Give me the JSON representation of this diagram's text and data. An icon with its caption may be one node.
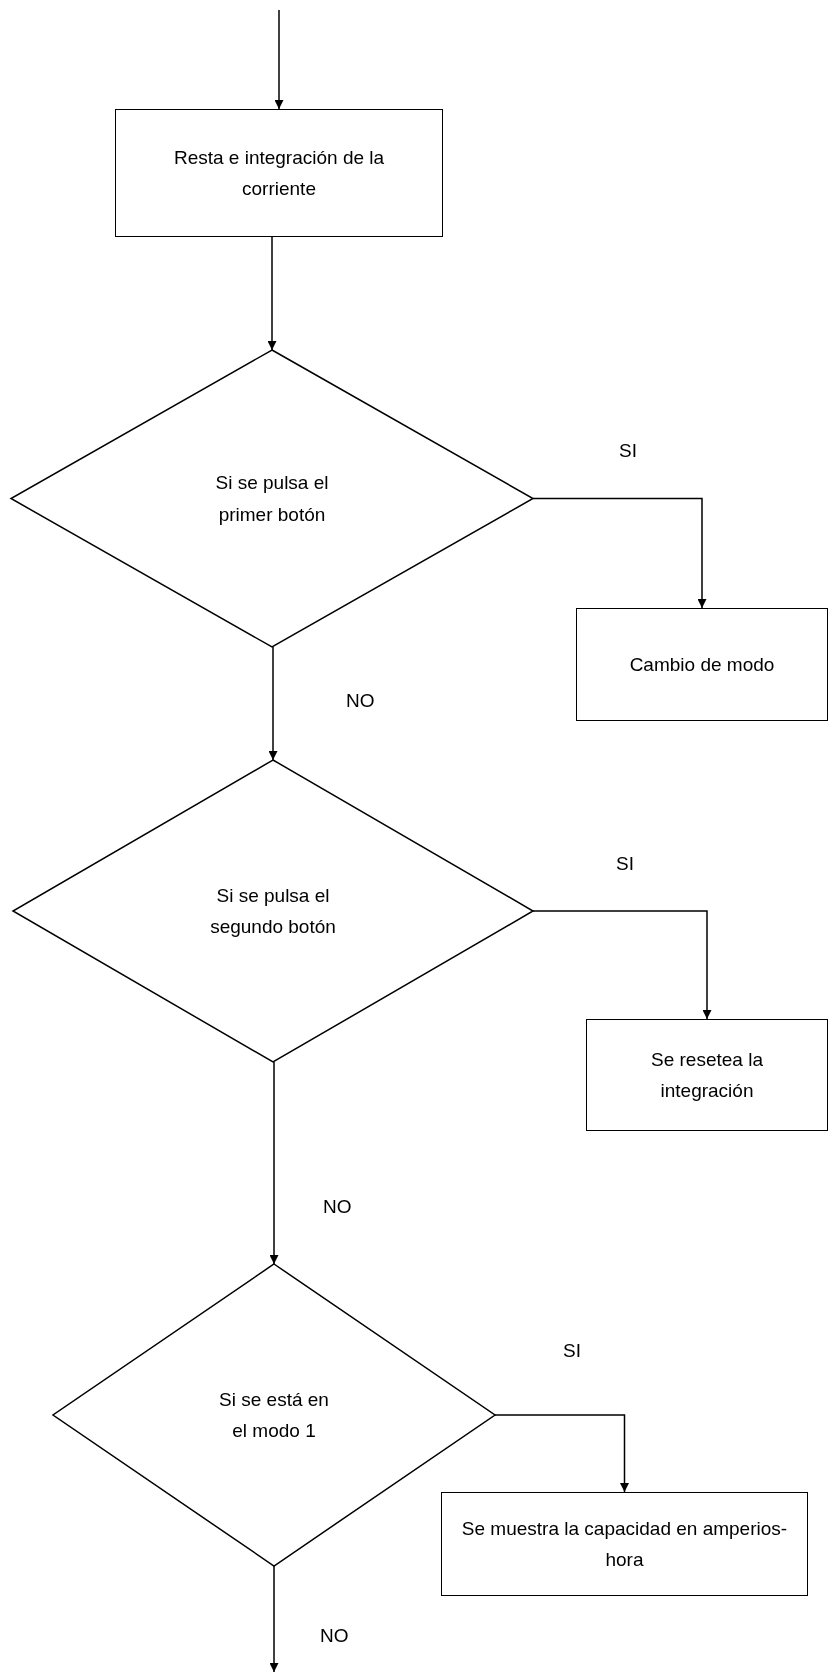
{
  "diagram": {
    "nodes": [
      {
        "text": [
          "Resta e integración de la corriente"
        ]
      },
      {
        "text": [
          "Si se pulsa el primer botón"
        ]
      },
      {
        "text": [
          "Cambio de modo"
        ]
      },
      {
        "text": [
          "Si se pulsa el segundo botón"
        ]
      },
      {
        "text": [
          "Se resetea la integración"
        ]
      },
      {
        "text": [
          "Si se está en el modo 1"
        ]
      },
      {
        "text": [
          "Se muestra la capacidad en amperios-hora"
        ]
      }
    ],
    "edges": [
      {
        "from": null,
        "to": 0,
        "arrow": "to"
      },
      {
        "from": 0,
        "to": 1,
        "arrow": "to"
      },
      {
        "from": 1,
        "to": 2,
        "arrow": "to",
        "label": "SI"
      },
      {
        "from": 1,
        "to": 3,
        "arrow": "to",
        "label": "NO"
      },
      {
        "from": 3,
        "to": 4,
        "arrow": "to",
        "label": "SI"
      },
      {
        "from": 3,
        "to": 5,
        "arrow": "to",
        "label": "NO"
      },
      {
        "from": 5,
        "to": 6,
        "arrow": "to",
        "label": "SI"
      },
      {
        "from": 5,
        "to": null,
        "arrow": "to",
        "label": "NO"
      }
    ]
  }
}
